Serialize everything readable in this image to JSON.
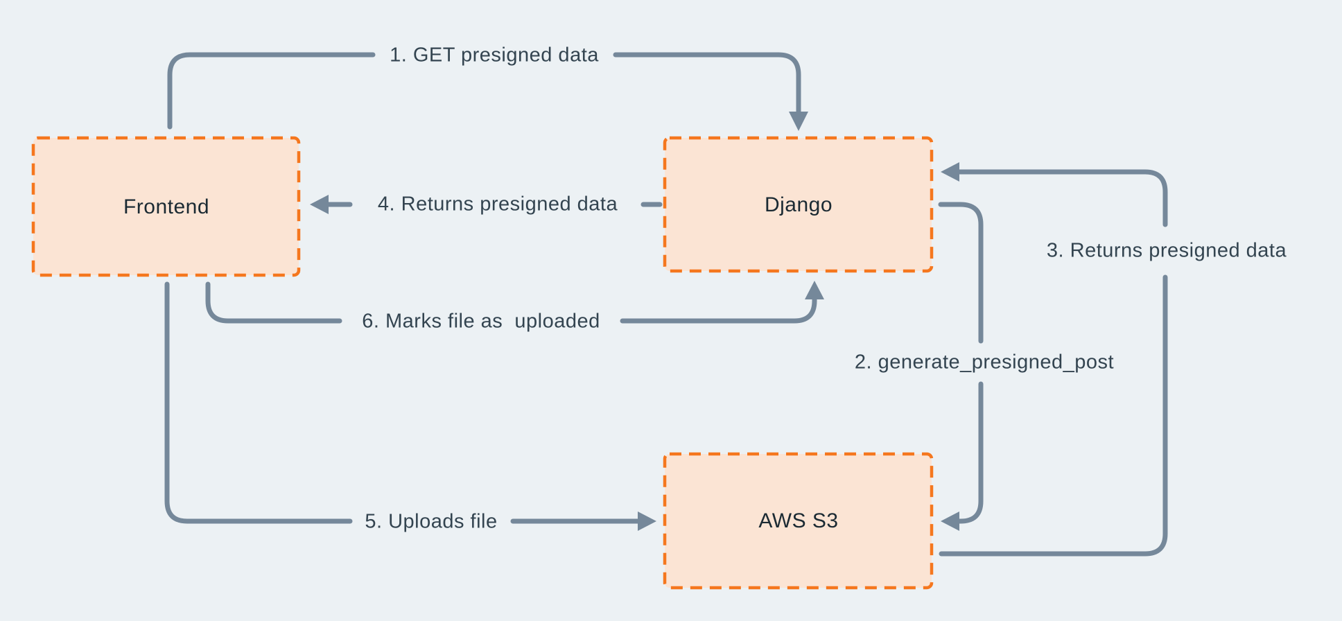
{
  "diagram": {
    "type": "flow-diagram",
    "description_visible": false
  },
  "colors": {
    "background": "#ECF1F4",
    "node_fill": "#FBE4D4",
    "node_border": "#F5771E",
    "edge_line": "#75889A",
    "node_label_text": "#1B2A33",
    "edge_label_text": "#334450"
  },
  "nodes": [
    {
      "id": "frontend",
      "label": "Frontend"
    },
    {
      "id": "django",
      "label": "Django"
    },
    {
      "id": "aws-s3",
      "label": "AWS S3"
    }
  ],
  "edges": [
    {
      "num": "1",
      "label": "1. GET presigned data",
      "from": "Frontend",
      "to": "Django"
    },
    {
      "num": "2",
      "label": "2. generate_presigned_post",
      "from": "Django",
      "to": "AWS S3"
    },
    {
      "num": "3",
      "label": "3. Returns presigned data",
      "from": "AWS S3",
      "to": "Django"
    },
    {
      "num": "4",
      "label": "4. Returns presigned data",
      "from": "Django",
      "to": "Frontend"
    },
    {
      "num": "5",
      "label": "5. Uploads file",
      "from": "Frontend",
      "to": "AWS S3"
    },
    {
      "num": "6",
      "label": "6. Marks file as  uploaded",
      "from": "Frontend",
      "to": "Django"
    }
  ]
}
